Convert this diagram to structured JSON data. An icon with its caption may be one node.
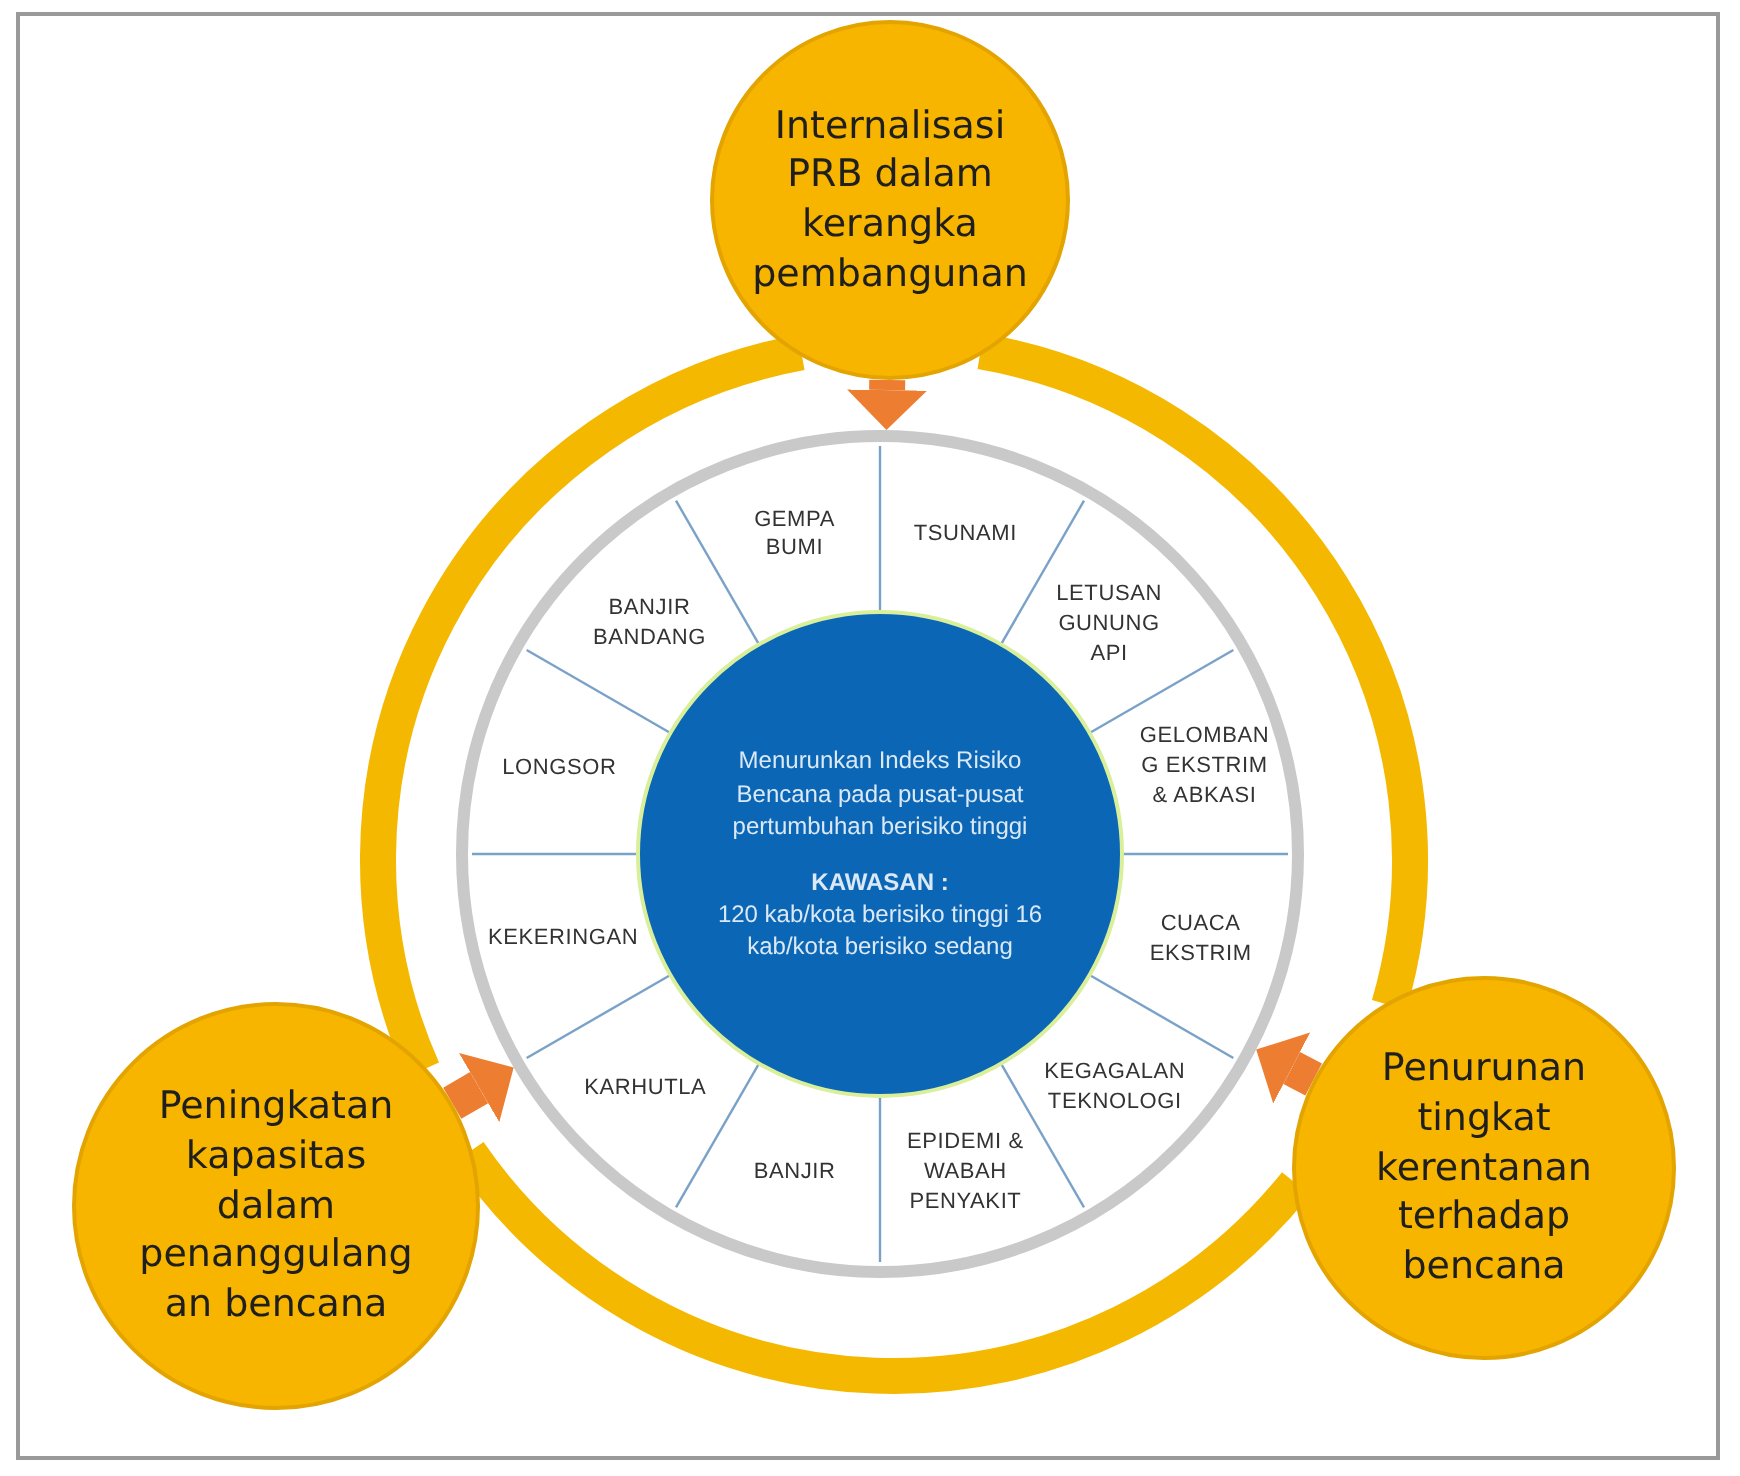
{
  "diagram": {
    "nodes": [
      {
        "text": [
          "Internalisasi PRB dalam kerangka pembangunan"
        ]
      },
      {
        "text": [],
        "shape": "circle"
      },
      {
        "text": [
          "Menurunkan Indeks Risiko Bencana pada pusat-pusat pertumbuhan berisiko tinggi",
          "KAWASAN :",
          "120 kab/kota berisiko tinggi 16 kab/kota berisiko sedang"
        ],
        "in": 1
      },
      {
        "text": [
          "GEMPA BUMI"
        ],
        "in": 1
      },
      {
        "text": [
          "TSUNAMI"
        ],
        "in": 1
      },
      {
        "text": [
          "LETUSAN GUNUNG API"
        ],
        "in": 1
      },
      {
        "text": [
          "GELOMBAN G EKSTRIM & ABKASI"
        ],
        "in": 1
      },
      {
        "text": [
          "CUACA EKSTRIM"
        ],
        "in": 1
      },
      {
        "text": [
          "KEGAGALAN TEKNOLOGI"
        ],
        "in": 1
      },
      {
        "text": [
          "EPIDEMI & WABAH PENYAKIT"
        ],
        "in": 1
      },
      {
        "text": [
          "BANJIR"
        ],
        "in": 1
      },
      {
        "text": [
          "KARHUTLA"
        ],
        "in": 1
      },
      {
        "text": [
          "KEKERINGAN"
        ],
        "in": 1
      },
      {
        "text": [
          "LONGSOR"
        ],
        "in": 1
      },
      {
        "text": [
          "BANJIR BANDANG"
        ],
        "in": 1
      },
      {
        "text": [
          "Peningkatan kapasitas dalam penanggulang an bencana"
        ]
      },
      {
        "text": [
          "Penurunan tingkat kerentanan terhadap bencana"
        ]
      }
    ],
    "edges": [
      {
        "from": 0,
        "to": 16,
        "arrow": "none",
        "color": "#f5b800"
      },
      {
        "from": 16,
        "to": 15,
        "arrow": "none",
        "color": "#f5b800"
      },
      {
        "from": 15,
        "to": 0,
        "arrow": "none",
        "color": "#f5b800"
      },
      {
        "from": 0,
        "to": 1,
        "arrow": "to",
        "color": "#ed7d31"
      },
      {
        "from": 15,
        "to": 1,
        "arrow": "to",
        "color": "#ed7d31"
      },
      {
        "from": 16,
        "to": 1,
        "arrow": "to",
        "color": "#ed7d31"
      }
    ]
  }
}
